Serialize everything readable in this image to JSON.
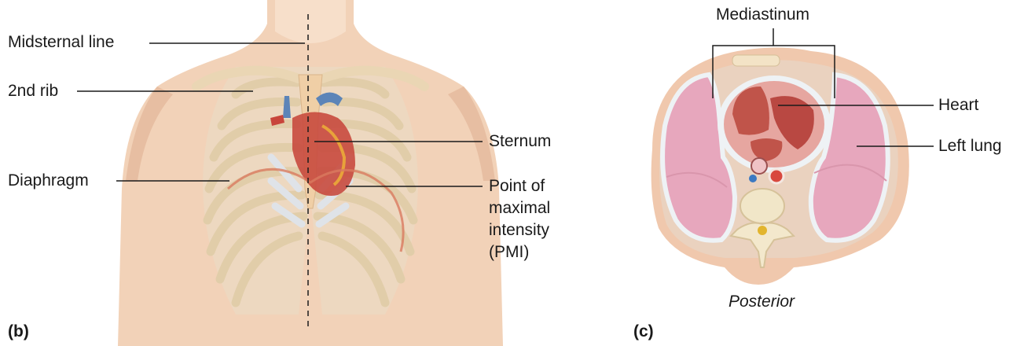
{
  "panel_b": {
    "letter": "(b)",
    "labels": {
      "midsternal_line": "Midsternal line",
      "second_rib": "2nd rib",
      "diaphragm": "Diaphragm",
      "sternum": "Sternum",
      "pmi_line1": "Point of",
      "pmi_line2": "maximal",
      "pmi_line3": "intensity",
      "pmi_line4": "(PMI)"
    }
  },
  "panel_c": {
    "letter": "(c)",
    "labels": {
      "mediastinum": "Mediastinum",
      "heart": "Heart",
      "left_lung": "Left lung",
      "posterior": "Posterior"
    }
  },
  "colors": {
    "skin": "#f2d2b8",
    "skin_dark": "#e3b598",
    "bone": "#ecdcc0",
    "cartilage": "#dfe3e8",
    "heart": "#c84a3e",
    "lung": "#e7a7bd",
    "pleura": "#eef2f5",
    "line": "#1a1a1a"
  }
}
